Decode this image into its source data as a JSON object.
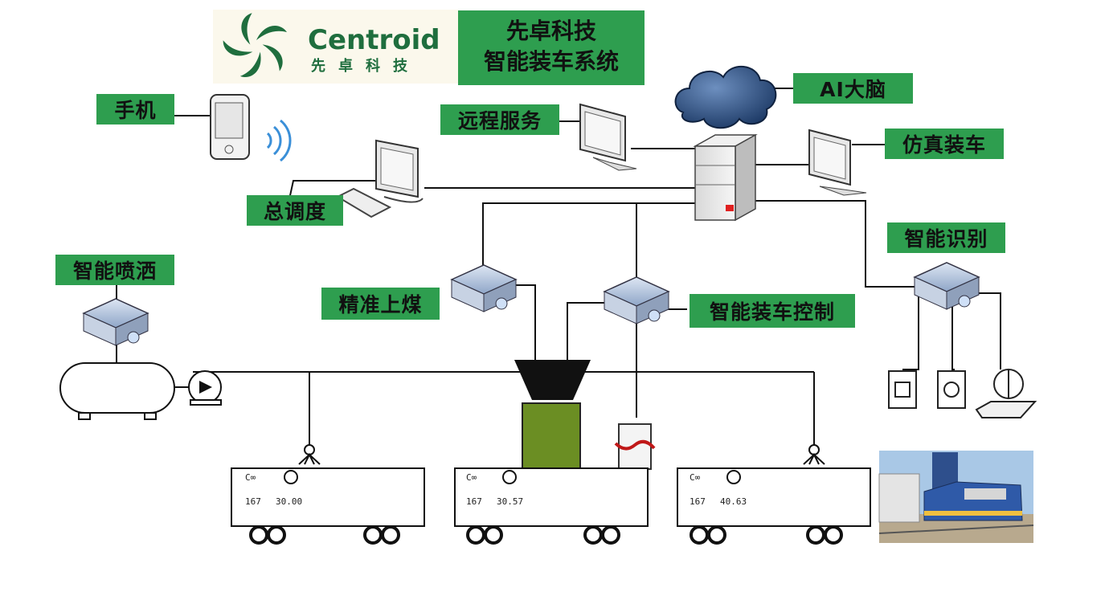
{
  "logo": {
    "brand": "Centroid",
    "brand_cn": "先卓科技"
  },
  "title": {
    "line1": "先卓科技",
    "line2": "智能装车系统"
  },
  "labels": {
    "phone": "手机",
    "remote_service": "远程服务",
    "ai_brain": "AI大脑",
    "simulation": "仿真装车",
    "dispatch": "总调度",
    "recognition": "智能识别",
    "spray": "智能喷洒",
    "precise_coal": "精准上煤",
    "loading_control": "智能装车控制"
  },
  "wagons": [
    {
      "code": "C∞",
      "num1": "167",
      "num2": "30.00"
    },
    {
      "code": "C∞",
      "num1": "167",
      "num2": "30.57"
    },
    {
      "code": "C∞",
      "num1": "167",
      "num2": "40.63"
    }
  ],
  "colors": {
    "label_bg": "#2e9e4f",
    "logo_green": "#1f6e3e",
    "chute_fill": "#6b8e23",
    "cloud": "#2a4a7a"
  },
  "icons": [
    "phone-icon",
    "wifi-icon",
    "monitor-icon",
    "keyboard-icon",
    "cloud-icon",
    "server-icon",
    "switch-icon",
    "tank-icon",
    "pump-icon",
    "hopper-icon",
    "chute-icon",
    "sensor-icon",
    "camera-icon",
    "radar-icon",
    "wagon-icon",
    "train-photo"
  ]
}
